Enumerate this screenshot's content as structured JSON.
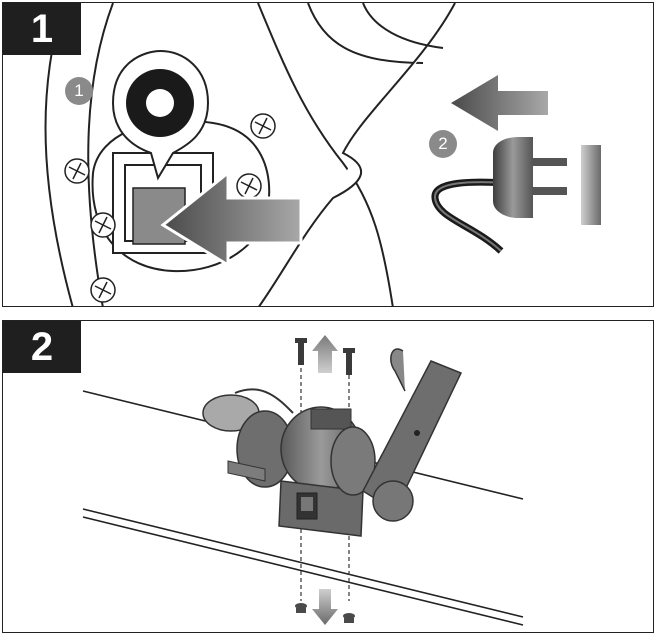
{
  "steps": [
    {
      "number": "1",
      "callouts": [
        "1",
        "2"
      ]
    },
    {
      "number": "2"
    }
  ],
  "colors": {
    "badge": "#1f1f1f",
    "callout": "#8a8a8a",
    "arrow": "#6b6b6b",
    "machine": "#6e6e6e"
  },
  "icons": [
    "switch-off-symbol-icon",
    "arrow-left-icon",
    "power-plug-icon",
    "wall-socket-icon",
    "arrow-up-icon",
    "arrow-down-icon",
    "bolt-icon"
  ]
}
